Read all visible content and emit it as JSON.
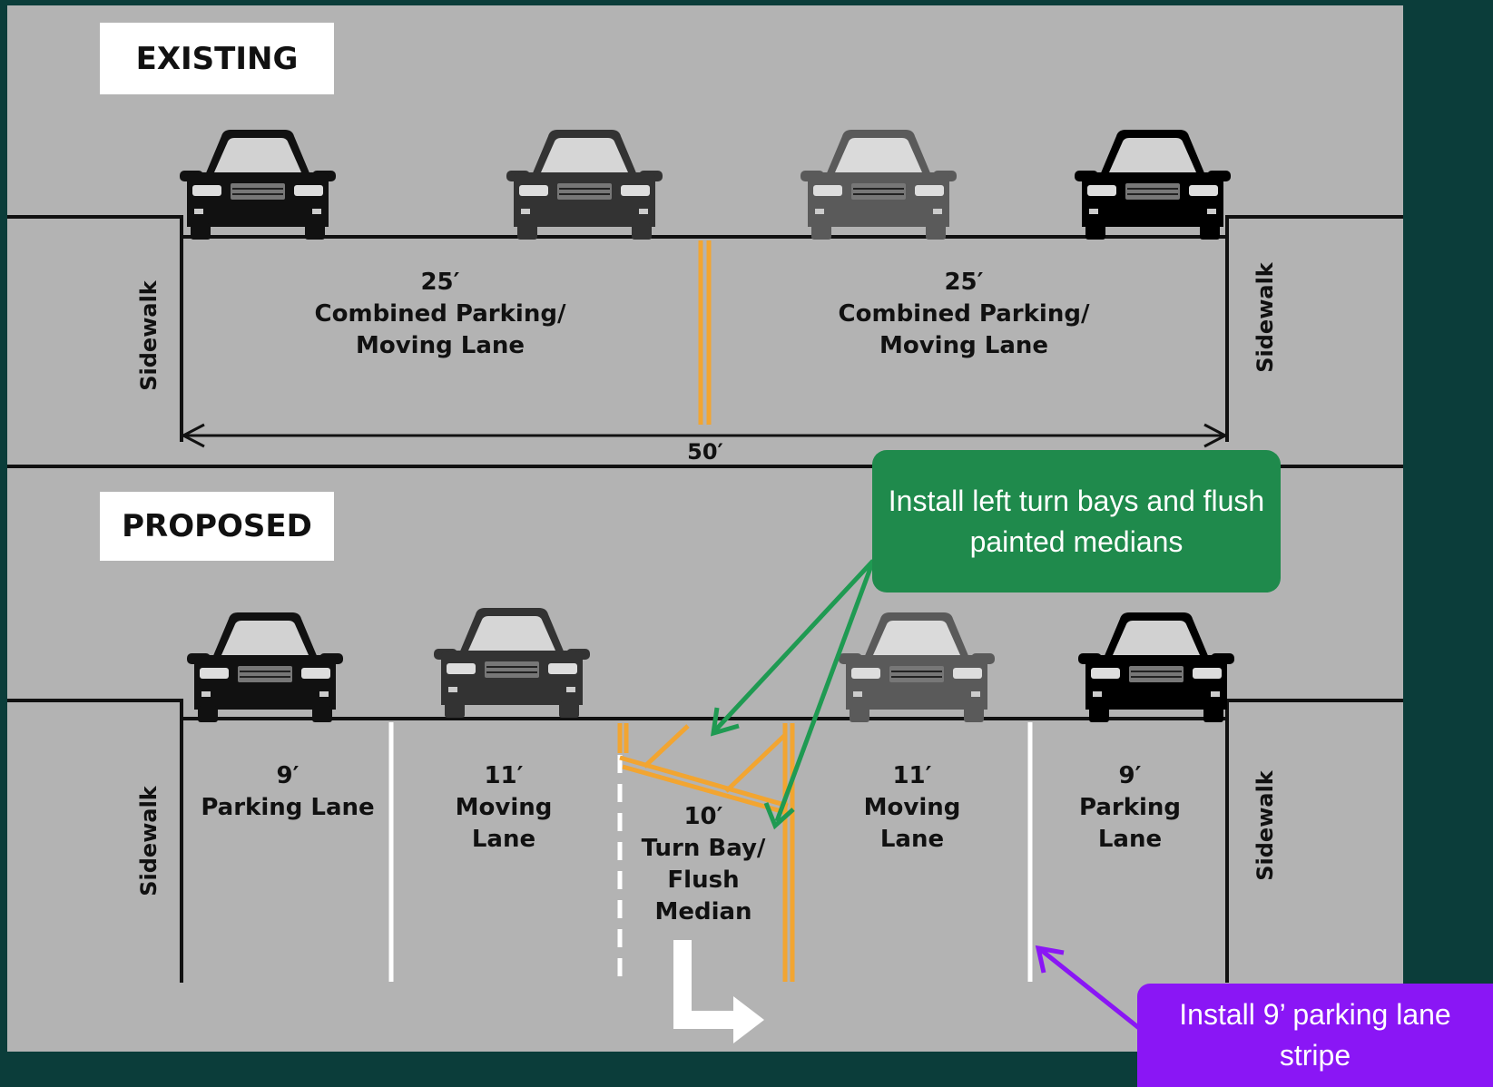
{
  "existing": {
    "title": "EXISTING",
    "sidewalk_left": "Sidewalk",
    "sidewalk_right": "Sidewalk",
    "lane_left": {
      "width": "25′",
      "line1": "Combined Parking/",
      "line2": "Moving Lane"
    },
    "lane_right": {
      "width": "25′",
      "line1": "Combined Parking/",
      "line2": "Moving Lane"
    },
    "total_width": "50′"
  },
  "proposed": {
    "title": "PROPOSED",
    "sidewalk_left": "Sidewalk",
    "sidewalk_right": "Sidewalk",
    "lanes": [
      {
        "width": "9′",
        "line1": "Parking Lane",
        "line2": "",
        "line3": ""
      },
      {
        "width": "11′",
        "line1": "Moving",
        "line2": "Lane",
        "line3": ""
      },
      {
        "width": "10′",
        "line1": "Turn Bay/",
        "line2": "Flush",
        "line3": "Median"
      },
      {
        "width": "11′",
        "line1": "Moving",
        "line2": "Lane",
        "line3": ""
      },
      {
        "width": "9′",
        "line1": "Parking",
        "line2": "Lane",
        "line3": ""
      }
    ]
  },
  "callouts": {
    "turn_bays": "Install left turn bays and flush painted medians",
    "parking_stripe": "Install 9’ parking lane stripe"
  },
  "colors": {
    "background": "#0b3d3a",
    "road": "#b3b3b3",
    "yellow_stripe": "#f2a531",
    "callout_green": "#1f8a4c",
    "callout_purple": "#8a16f5"
  }
}
